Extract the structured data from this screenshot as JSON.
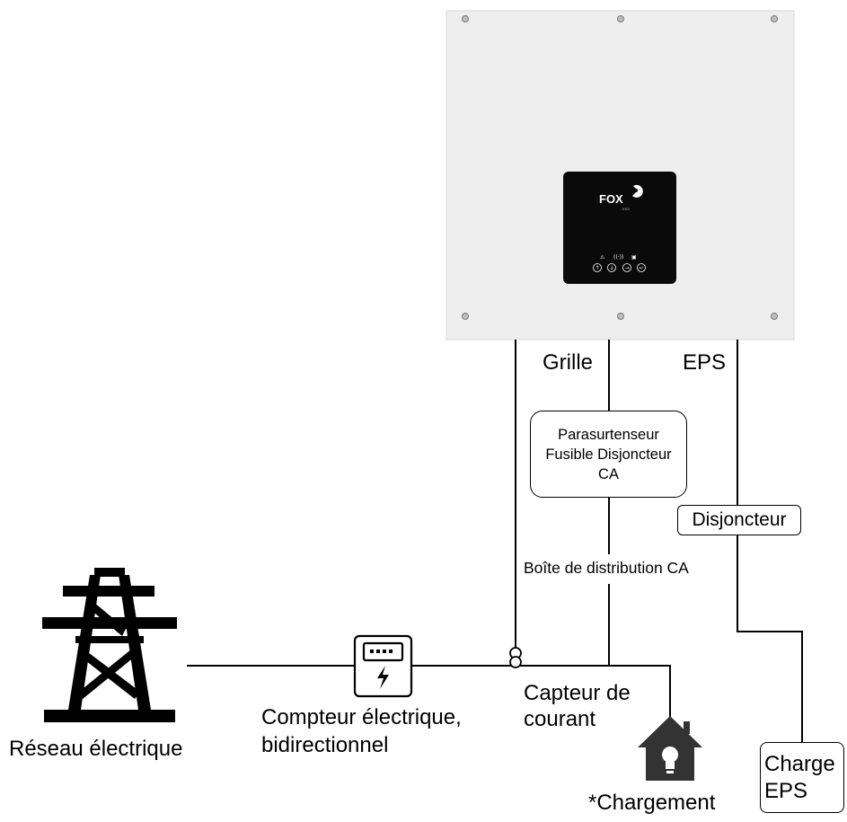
{
  "inverter": {
    "brand": "FOX",
    "sub_brand": "ESS",
    "panel_symbols": [
      "⚠",
      "((·))",
      "▣"
    ],
    "button_symbols": [
      "↑",
      "↓",
      "→",
      "↵"
    ]
  },
  "labels": {
    "grid_port": "Grille",
    "eps_port": "EPS",
    "protection_box": "Parasurtenseur\nFusible Disjoncteur\nCA",
    "eps_breaker": "Disjoncteur",
    "distribution_box": "Boîte de distribution CA",
    "current_sensor": "Capteur de\ncourant",
    "meter": "Compteur électrique,\nbidirectionnel",
    "grid": "Réseau électrique",
    "load": "*Chargement",
    "eps_load": "Charge\nEPS"
  },
  "colors": {
    "line": "#000000",
    "inverter_body": "#efefef",
    "inverter_panel": "#0a0a0a"
  }
}
